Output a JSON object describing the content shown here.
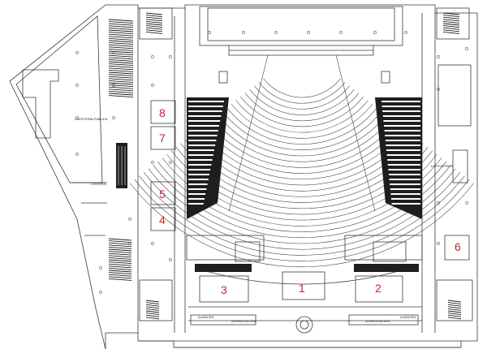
{
  "rooms": [
    {
      "id": "1",
      "label": "1"
    },
    {
      "id": "2",
      "label": "2"
    },
    {
      "id": "3",
      "label": "3"
    },
    {
      "id": "4",
      "label": "4"
    },
    {
      "id": "5",
      "label": "5"
    },
    {
      "id": "6",
      "label": "6"
    },
    {
      "id": "7",
      "label": "7"
    },
    {
      "id": "8",
      "label": "8"
    }
  ],
  "labels": {
    "cafeteria": "CAFETERÍA PÚBLICA",
    "control": "CONTROL",
    "posters": "LIM POSTERS",
    "almacen_left": "ALMACÉN",
    "almacen_right": "ALMACÉN",
    "acreditacion_left": "ACREDITACIÓN",
    "acreditacion_right": "ACREDITACIÓN"
  },
  "colors": {
    "line": "#3a3a3a",
    "number": "#c0262b",
    "fill_dark": "#1e1e1e"
  }
}
